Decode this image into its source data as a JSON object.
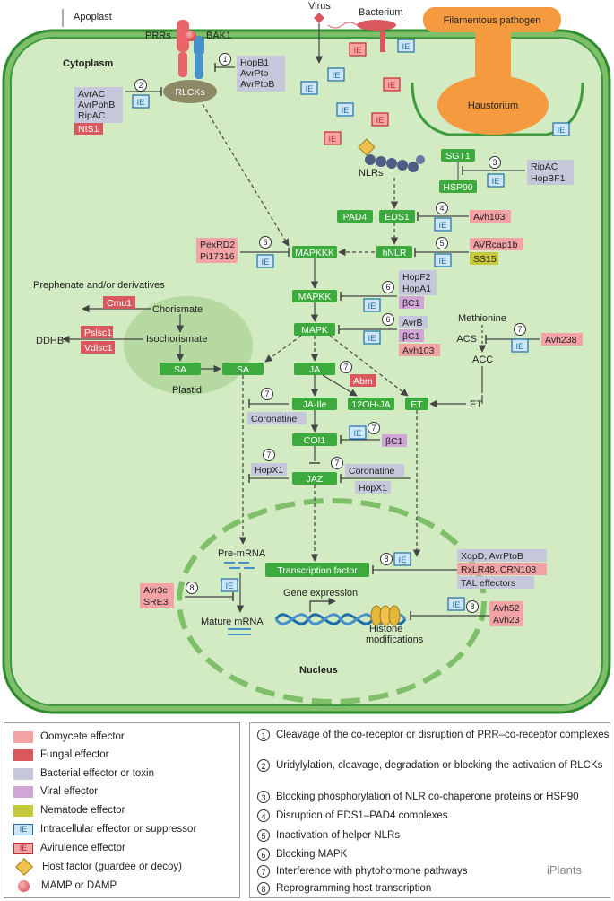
{
  "labels": {
    "apoplast": "Apoplast",
    "cytoplasm": "Cytoplasm",
    "prrs": "PRRs",
    "bak1": "BAK1",
    "virus": "Virus",
    "bacterium": "Bacterium",
    "filamentous_pathogen": "Filamentous pathogen",
    "haustorium": "Haustorium",
    "nlrs": "NLRs",
    "plastid": "Plastid",
    "nucleus": "Nucleus",
    "prephenate": "Prephenate and/or derivatives",
    "chorismate": "Chorismate",
    "isochorismate": "Isochorismate",
    "ddhb": "DDHB",
    "methionine": "Methionine",
    "acs": "ACS",
    "acc": "ACC",
    "et_plain": "ET",
    "pre_mrna": "Pre-mRNA",
    "mature_mrna": "Mature mRNA",
    "gene_expression": "Gene expression",
    "histone_modifications": "Histone modifications"
  },
  "nodes": {
    "rlcks": "RLCKs",
    "sgt1": "SGT1",
    "hsp90": "HSP90",
    "pad4": "PAD4",
    "eds1": "EDS1",
    "hnlr": "hNLR",
    "mapkkk": "MAPKKK",
    "mapkk": "MAPKK",
    "mapk": "MAPK",
    "sa_plastid": "SA",
    "sa": "SA",
    "ja": "JA",
    "ja_ile": "JA-Ile",
    "oh_ja": "12OH-JA",
    "et": "ET",
    "coi1": "COI1",
    "jaz": "JAZ",
    "tf": "Transcription factor"
  },
  "effectors": {
    "hopb1": "HopB1",
    "avrpto": "AvrPto",
    "avrptob": "AvrPtoB",
    "avrac1": "AvrAC",
    "avrpphb": "AvrPphB",
    "ripac1": "RipAC",
    "nis1": "NIS1",
    "ripac2": "RipAC",
    "hopbf1": "HopBF1",
    "avh103a": "Avh103",
    "avrcap1b": "AVRcap1b",
    "ss15": "SS15",
    "pexrd2": "PexRD2",
    "pi17316": "Pi17316",
    "hopf2": "HopF2",
    "hopa1": "HopA1",
    "bc1a": "βC1",
    "avrb": "AvrB",
    "bc1b": "βC1",
    "avh103b": "Avh103",
    "cmu1": "Cmu1",
    "pslsc1": "Pslsc1",
    "vdlsc1": "Vdlsc1",
    "avh238": "Avh238",
    "abm": "Abm",
    "coronatine1": "Coronatine",
    "bc1c": "βC1",
    "hopx1a": "HopX1",
    "coronatine2": "Coronatine",
    "hopx1b": "HopX1",
    "xopd": "XopD, AvrPtoB",
    "rxlr48": "RxLR48, CRN108",
    "tal": "TAL effectors",
    "avr3c": "Avr3c",
    "sre3": "SRE3",
    "avh52": "Avh52",
    "avh23": "Avh23"
  },
  "tags": {
    "ie": "IE",
    "n1": "1",
    "n2": "2",
    "n3": "3",
    "n4": "4",
    "n5": "5",
    "n6": "6",
    "n7": "7",
    "n8": "8"
  },
  "legend_left": [
    {
      "label": "Oomycete effector",
      "color": "#f3a3a6",
      "kind": "swatch"
    },
    {
      "label": "Fungal effector",
      "color": "#d9585e",
      "kind": "swatch"
    },
    {
      "label": "Bacterial effector or toxin",
      "color": "#c5c8db",
      "kind": "swatch"
    },
    {
      "label": "Viral effector",
      "color": "#cfa6d6",
      "kind": "swatch"
    },
    {
      "label": "Nematode effector",
      "color": "#c7c93c",
      "kind": "swatch"
    },
    {
      "label": "Intracellular effector or suppressor",
      "color": "#cfe6f7",
      "kind": "ie",
      "tag": "IE"
    },
    {
      "label": "Avirulence effector",
      "color": "#f4a6a6",
      "kind": "iev",
      "tag": "IE"
    },
    {
      "label": "Host factor (guardee or decoy)",
      "color": "#f0c24b",
      "kind": "diamond"
    },
    {
      "label": "MAMP or DAMP",
      "color": "#d9434a",
      "kind": "dot"
    }
  ],
  "legend_right": [
    {
      "num": "1",
      "text": "Cleavage of the co-receptor or disruption of PRR–co-receptor complexes"
    },
    {
      "num": "2",
      "text": "Uridylylation, cleavage, degradation or blocking the activation of RLCKs"
    },
    {
      "num": "3",
      "text": "Blocking phosphorylation of NLR co-chaperone proteins or HSP90"
    },
    {
      "num": "4",
      "text": "Disruption of EDS1–PAD4 complexes"
    },
    {
      "num": "5",
      "text": "Inactivation of helper NLRs"
    },
    {
      "num": "6",
      "text": "Blocking MAPK"
    },
    {
      "num": "7",
      "text": "Interference with phytohormone pathways"
    },
    {
      "num": "8",
      "text": "Reprogramming host transcription"
    }
  ],
  "watermark": "iPlants",
  "colors": {
    "cell_fill": "#cfe8bf",
    "cell_wall": "#3d9a3d",
    "node_green": "#3daa3d",
    "oomycete": "#f3a3a6",
    "fungal": "#d9585e",
    "bacterial": "#c5c8db",
    "viral": "#cfa6d6",
    "nematode": "#c7c93c",
    "ie_border": "#1a6fa8",
    "ie_fill": "#cfe6f7",
    "iev_border": "#c62828",
    "iev_fill": "#f4a6a6",
    "pathogen_orange": "#f59a3f"
  }
}
